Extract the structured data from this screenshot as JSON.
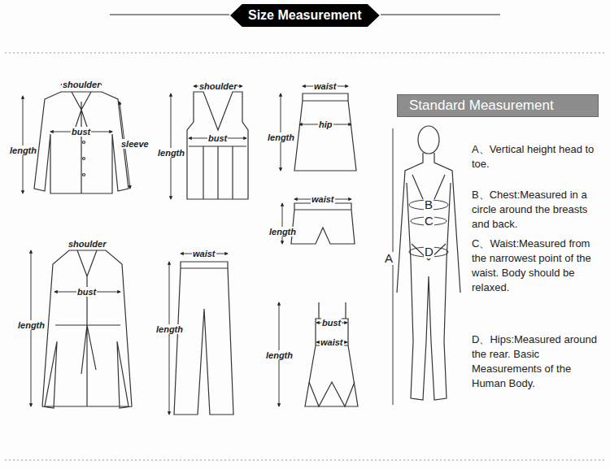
{
  "diagram": {
    "title": "Size Measurement",
    "nodes": [
      {
        "text": [
          "Standard Measurement"
        ]
      }
    ],
    "labels": [
      "shoulder",
      "bust",
      "sleeve",
      "length",
      "shoulder",
      "bust",
      "length",
      "waist",
      "hip",
      "length",
      "waist",
      "length",
      "shoulder",
      "bust",
      "length",
      "waist",
      "length",
      "bust",
      "waist",
      "length",
      "B",
      "C",
      "A",
      "D",
      "A、Vertical height head to toe.",
      "B、Chest:Measured in a circle around the breasts and back.",
      "C、Waist:Measured from the narrowest point of the waist. Body should be relaxed.",
      "D、Hips:Measured around the rear. Basic Measurements of the Human Body."
    ]
  }
}
